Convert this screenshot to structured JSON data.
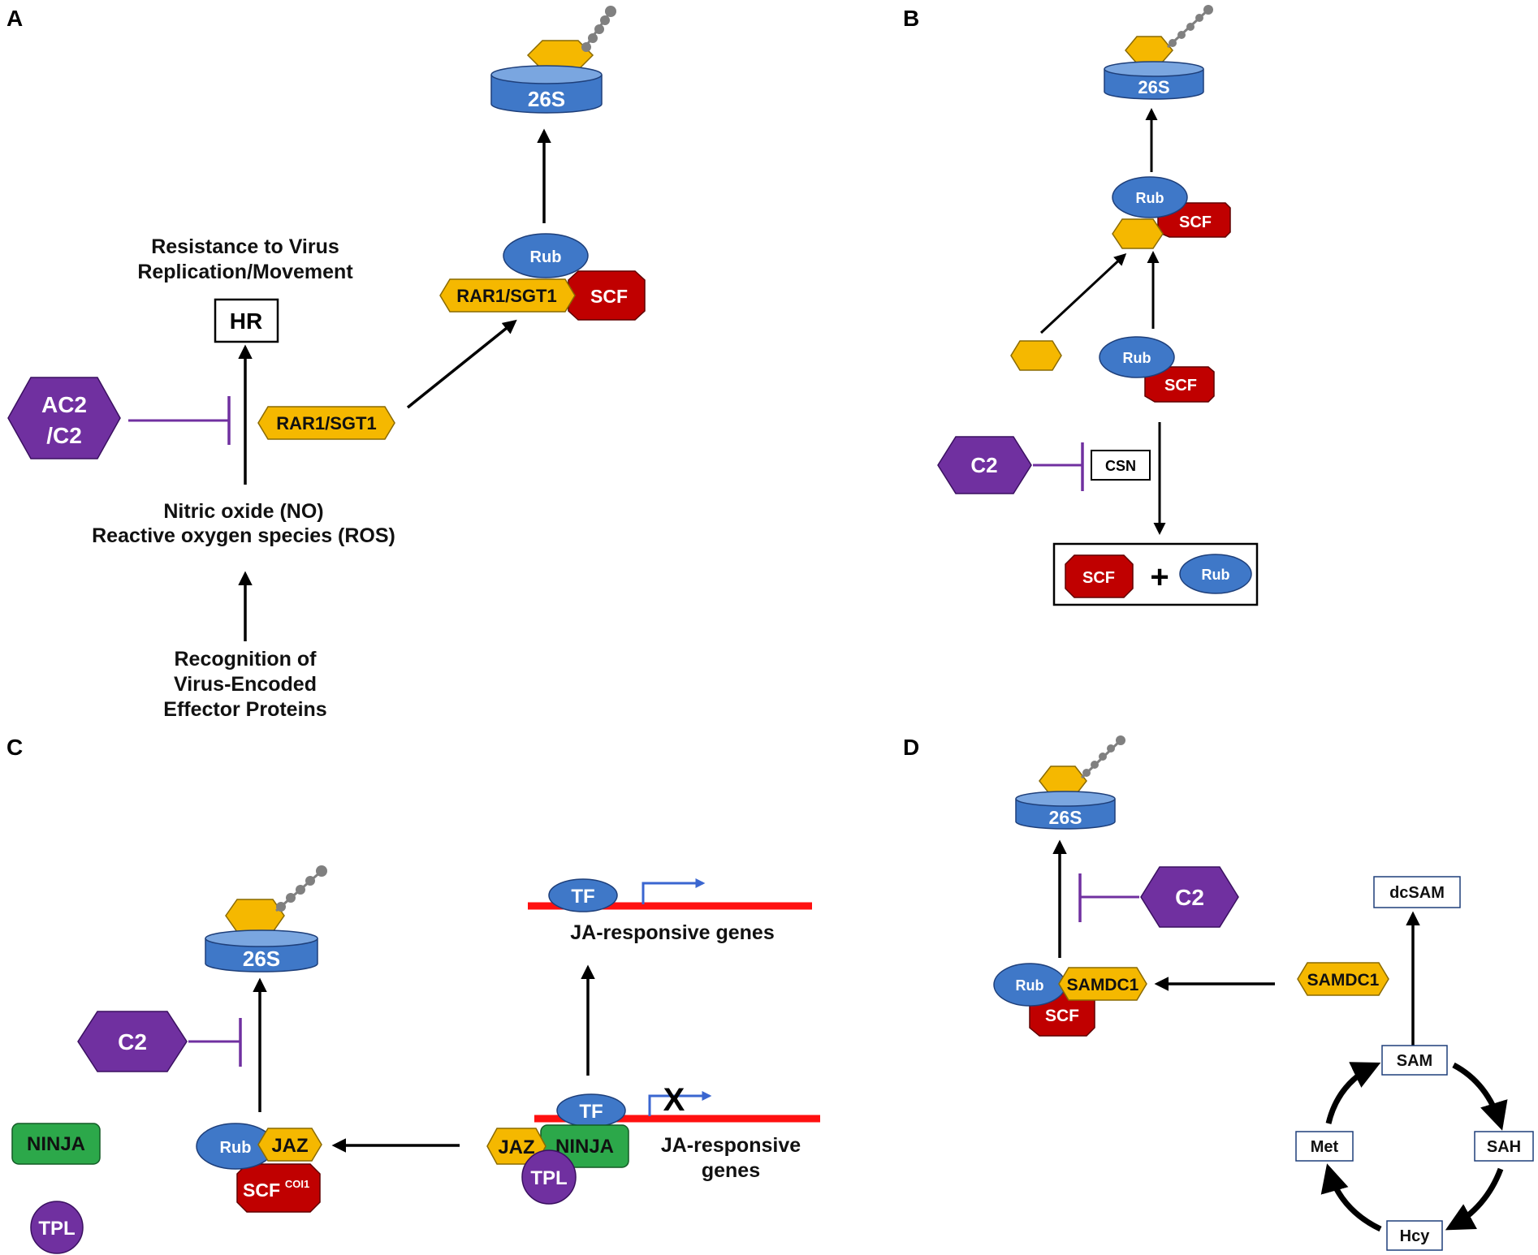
{
  "colors": {
    "proteasome": "#3f78c8",
    "proteasome_top": "#7aa6e0",
    "rub": "#3f78c8",
    "scf": "#c00000",
    "target": "#f5b800",
    "viral": "#7030a0",
    "ninja": "#2ca84a",
    "dna": "#ff1010",
    "inhibit": "#7030a0",
    "chain": "#808080"
  },
  "panels": {
    "a": {
      "letter": "A",
      "proteasome": "26S",
      "rub": "Rub",
      "target_complex": "RAR1/SGT1",
      "scf": "SCF",
      "resistance_line1": "Resistance to Virus",
      "resistance_line2": "Replication/Movement",
      "hr": "HR",
      "viral_line1": "AC2",
      "viral_line2": "/C2",
      "target_free": "RAR1/SGT1",
      "no_line1": "Nitric oxide (NO)",
      "no_line2": "Reactive oxygen species (ROS)",
      "recog_line1": "Recognition of",
      "recog_line2": "Virus-Encoded",
      "recog_line3": "Effector Proteins"
    },
    "b": {
      "letter": "B",
      "proteasome": "26S",
      "rub_top": "Rub",
      "scf_top": "SCF",
      "rub_mid": "Rub",
      "scf_mid": "SCF",
      "viral": "C2",
      "csn": "CSN",
      "scf_bottom": "SCF",
      "plus": "+",
      "rub_bottom": "Rub"
    },
    "c": {
      "letter": "C",
      "proteasome": "26S",
      "viral": "C2",
      "ninja_free": "NINJA",
      "tpl_free": "TPL",
      "rub": "Rub",
      "jaz": "JAZ",
      "scf_base": "SCF",
      "scf_sup": "COI1",
      "tf_top": "TF",
      "ja_top": "JA-responsive genes",
      "tf_bottom": "TF",
      "x_mark": "X",
      "jaz_repress": "JAZ",
      "ninja_repress": "NINJA",
      "tpl_repress": "TPL",
      "ja_bottom_line1": "JA-responsive",
      "ja_bottom_line2": "genes"
    },
    "d": {
      "letter": "D",
      "proteasome": "26S",
      "viral": "C2",
      "rub": "Rub",
      "samdc_complex": "SAMDC1",
      "scf": "SCF",
      "samdc_free": "SAMDC1",
      "dcsam": "dcSAM",
      "sam": "SAM",
      "sah": "SAH",
      "hcy": "Hcy",
      "met": "Met"
    }
  }
}
